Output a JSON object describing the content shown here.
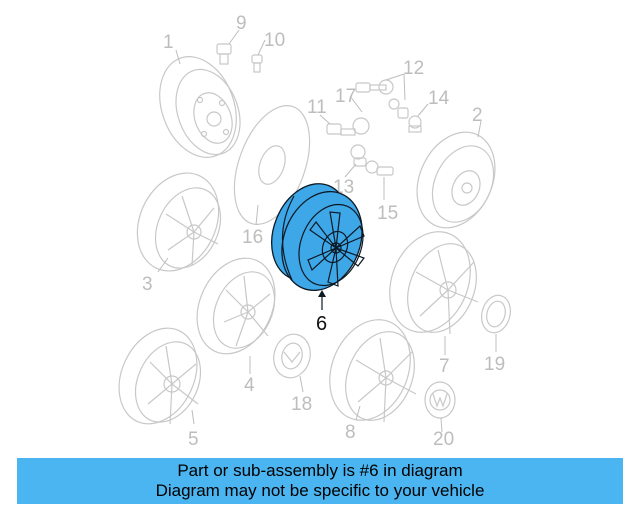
{
  "labels": {
    "l1": "1",
    "l2": "2",
    "l3": "3",
    "l4": "4",
    "l5": "5",
    "l6": "6",
    "l7": "7",
    "l8": "8",
    "l9": "9",
    "l10": "10",
    "l11": "11",
    "l12": "12",
    "l13": "13",
    "l14": "14",
    "l15": "15",
    "l16": "16",
    "l17": "17",
    "l18": "18",
    "l19": "19",
    "l20": "20"
  },
  "highlight_part": "6",
  "colors": {
    "highlight_fill": "#3ea7e8",
    "banner": "#4ab5f0",
    "ghost_line": "#c8c8c8"
  },
  "banner": {
    "line1": "Part or sub-assembly is #6 in diagram",
    "line2": "Diagram may not be specific to your vehicle"
  }
}
